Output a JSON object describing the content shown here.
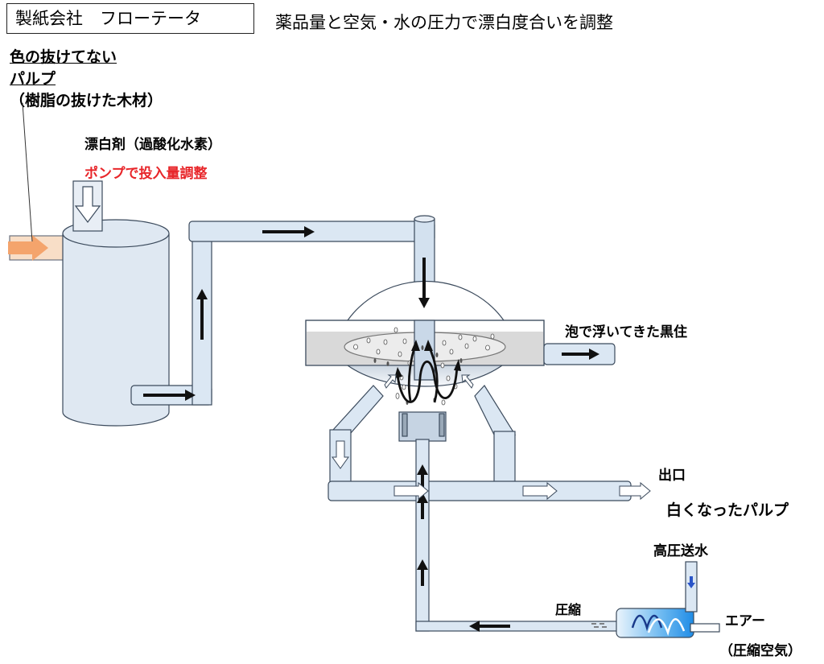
{
  "title": "製紙会社　フローテータ",
  "subtitle": "薬品量と空気・水の圧力で漂白度合いを調整",
  "pulp_input": {
    "line1": "色の抜けてない",
    "line2": "パルプ",
    "line3": "（樹脂の抜けた木材）"
  },
  "bleach": {
    "label": "漂白剤（過酸化水素）",
    "pump_note": "ポンプで投入量調整"
  },
  "foam_output": "泡で浮いてきた黒住",
  "outlet": {
    "label": "出口",
    "result": "白くなったパルプ"
  },
  "water_input": "高圧送水",
  "compress_label": "圧縮",
  "air_input": {
    "label": "エアー",
    "note": "（圧縮空気）"
  },
  "colors": {
    "pipe_fill": "#dbe7f3",
    "pipe_stroke": "#3b4a5c",
    "tank_fill": "#dfe8f2",
    "water_fill": "#d9d9d9",
    "input_arrow": "#f4a46c",
    "pump_text": "#e8262a",
    "mixer_blue": "#2d95e8"
  }
}
